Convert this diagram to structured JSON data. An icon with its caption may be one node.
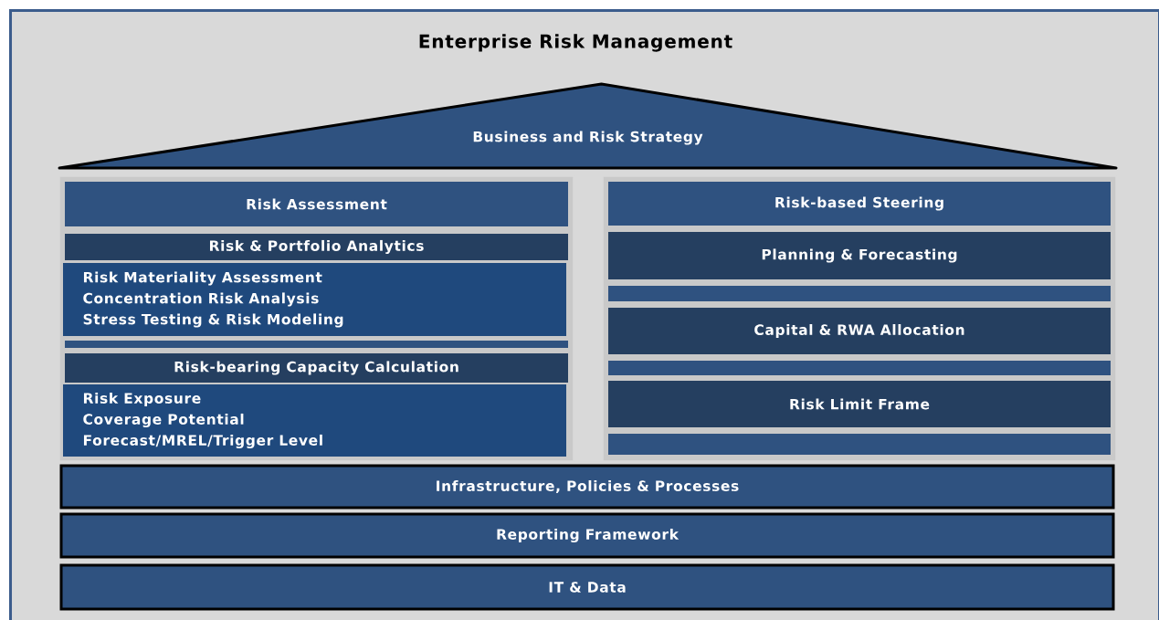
{
  "diagram": {
    "title": "Enterprise Risk Management",
    "nodes": [
      {
        "text": [
          "Business and Risk Strategy"
        ]
      },
      {
        "text": [],
        "shape": "box"
      },
      {
        "text": [
          "Risk Assessment"
        ],
        "in": 1
      },
      {
        "text": [
          "Risk & Portfolio Analytics"
        ],
        "in": 1
      },
      {
        "text": [
          "Risk Materiality Assessment",
          "Concentration Risk Analysis",
          "Stress Testing & Risk Modeling"
        ],
        "in": 1
      },
      {
        "text": [],
        "shape": "bar",
        "in": 1
      },
      {
        "text": [
          "Risk-bearing Capacity Calculation"
        ],
        "in": 1
      },
      {
        "text": [
          "Risk Exposure",
          "Coverage Potential",
          "Forecast/MREL/Trigger Level"
        ],
        "in": 1
      },
      {
        "text": [],
        "shape": "box"
      },
      {
        "text": [
          "Risk-based Steering"
        ],
        "in": 8
      },
      {
        "text": [
          "Planning & Forecasting"
        ],
        "in": 8
      },
      {
        "text": [],
        "shape": "bar",
        "in": 8
      },
      {
        "text": [
          "Capital & RWA Allocation"
        ],
        "in": 8
      },
      {
        "text": [],
        "shape": "bar",
        "in": 8
      },
      {
        "text": [
          "Risk Limit Frame"
        ],
        "in": 8
      },
      {
        "text": [],
        "shape": "bar",
        "in": 8
      },
      {
        "text": [
          "Infrastructure, Policies & Processes"
        ]
      },
      {
        "text": [
          "Reporting Framework"
        ]
      },
      {
        "text": [
          "IT & Data"
        ]
      }
    ]
  }
}
